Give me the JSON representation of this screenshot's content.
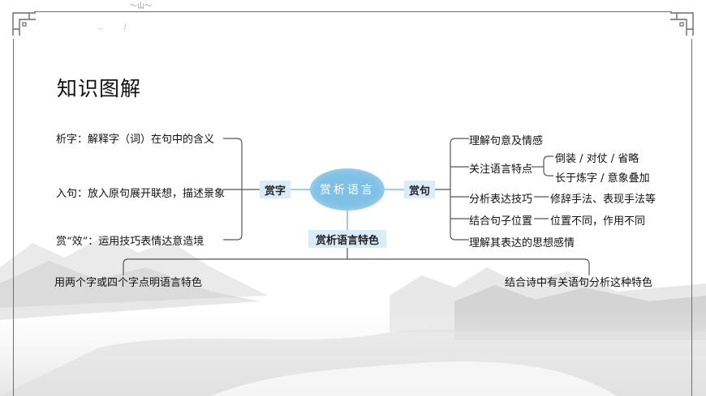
{
  "title": "知识图解",
  "center": "赏析语言",
  "left_node": "赏字",
  "right_node": "赏句",
  "bottom_node": "赏析语言特色",
  "left_items": [
    "析字：解释字（词）在句中的含义",
    "入句：放入原句展开联想，描述景象",
    "赏“效”：运用技巧表情达意造境"
  ],
  "right_items": {
    "item1": "理解句意及情感",
    "item2": "关注语言特点",
    "item2_sub1": "倒装 / 对仗 / 省略",
    "item2_sub2": "长于炼字 / 意象叠加",
    "item3": "分析表达技巧",
    "item3_detail": "修辞手法、表现手法等",
    "item4": "结合句子位置",
    "item4_detail": "位置不同，作用不同",
    "item5": "理解其表达的思想感情"
  },
  "bottom_items": [
    "用两个字或四个字点明语言特色",
    "结合诗中有关语句分析这种特色"
  ],
  "colors": {
    "node_fill": "#d9ecf7",
    "center_fill": "#7fc1e6",
    "link": "#2a6e95",
    "line": "#555555"
  }
}
